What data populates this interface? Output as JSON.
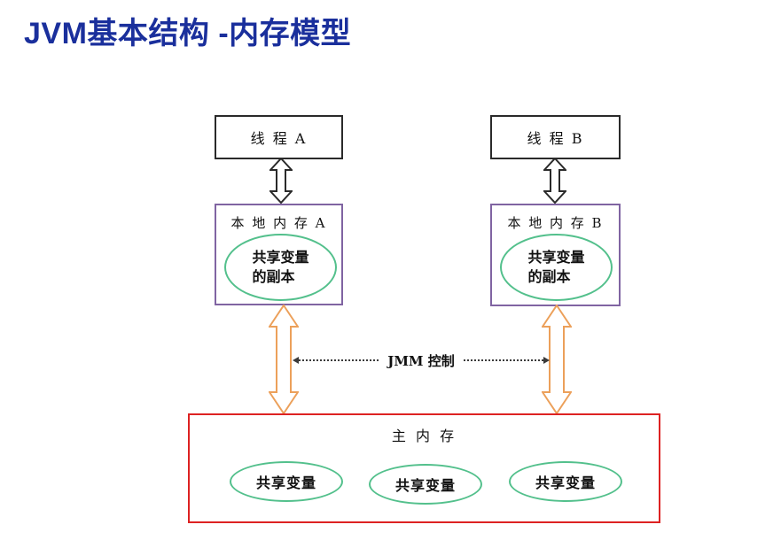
{
  "title": "JVM基本结构 -内存模型",
  "colors": {
    "background": "#ffffff",
    "title": "#1a2f9c",
    "text": "#111111",
    "box-border": "#2a2a2a",
    "local-border": "#8064a2",
    "ellipse-border": "#53c08c",
    "main-border": "#dd2222",
    "arrow-black": "#2a2a2a",
    "arrow-orange": "#eca05a",
    "dotted": "#3a3a3a"
  },
  "diagram": {
    "thread_a": {
      "label": "线 程 A"
    },
    "thread_b": {
      "label": "线 程 B"
    },
    "local_memory_a": {
      "label": "本 地 内 存 A",
      "copy_line1": "共享变量",
      "copy_line2": "的副本"
    },
    "local_memory_b": {
      "label": "本 地 内 存 B",
      "copy_line1": "共享变量",
      "copy_line2": "的副本"
    },
    "jmm_control_label": "JMM 控制",
    "main_memory": {
      "label": "主 内 存",
      "shared_vars": [
        "共享变量",
        "共享变量",
        "共享变量"
      ]
    }
  }
}
